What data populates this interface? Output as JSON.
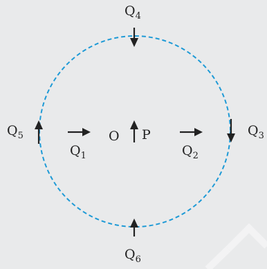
{
  "colors": {
    "background": "#e9eaeb",
    "circle": "#1e9ad6",
    "ink": "#222222"
  },
  "labels": {
    "q1": {
      "letter": "Q",
      "sub": "1"
    },
    "q2": {
      "letter": "Q",
      "sub": "2"
    },
    "q3": {
      "letter": "Q",
      "sub": "3"
    },
    "q4": {
      "letter": "Q",
      "sub": "4"
    },
    "q5": {
      "letter": "Q",
      "sub": "5"
    },
    "q6": {
      "letter": "Q",
      "sub": "6"
    },
    "center": "O",
    "point": "P"
  }
}
